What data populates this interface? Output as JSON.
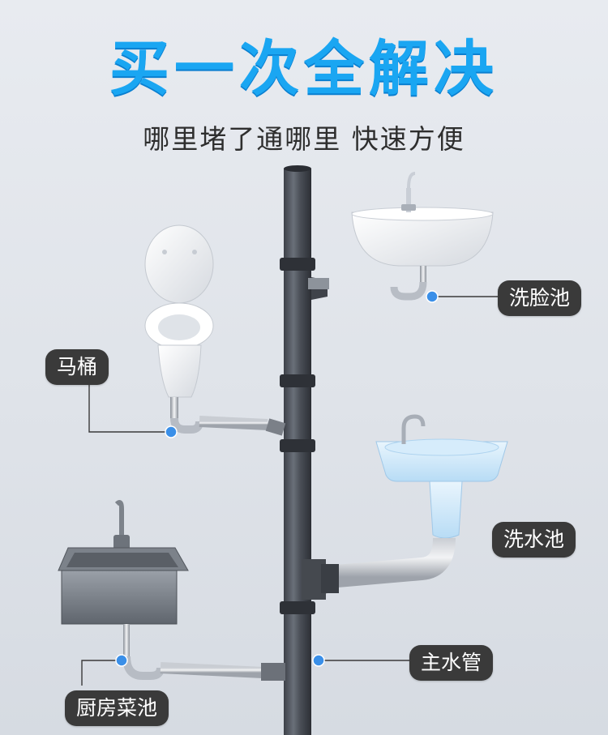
{
  "header": {
    "title": "买一次全解决",
    "subtitle": "哪里堵了通哪里 快速方便"
  },
  "labels": {
    "washbasin": "洗脸池",
    "toilet": "马桶",
    "wash_sink": "洗水池",
    "main_pipe": "主水管",
    "kitchen_sink": "厨房菜池"
  },
  "colors": {
    "title": "#1aa6f2",
    "label_bg": "#3a3a3a",
    "marker": "#3a8fe8"
  }
}
